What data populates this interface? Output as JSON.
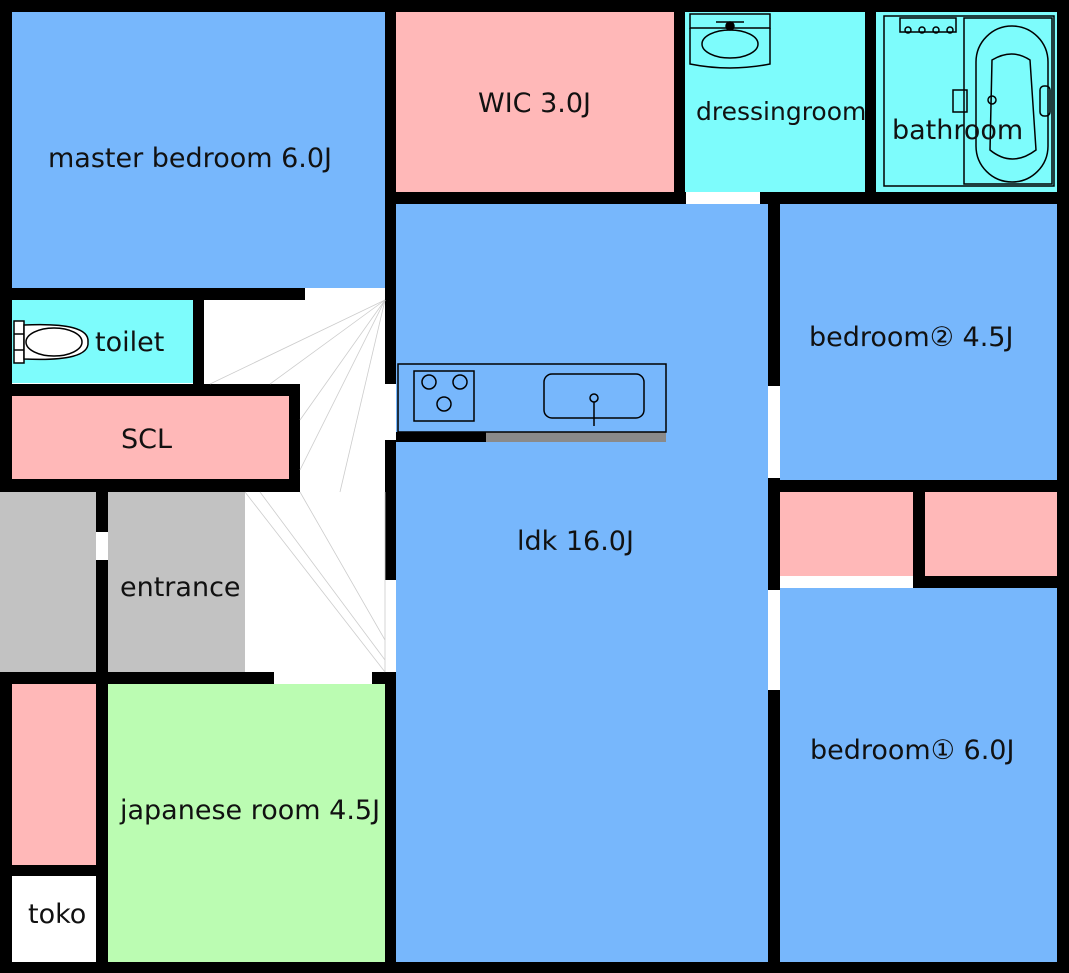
{
  "rooms": {
    "master_bedroom": "master bedroom 6.0J",
    "wic": "WIC 3.0J",
    "dressingroom": "dressingroom",
    "bathroom": "bathroom",
    "toilet": "toilet",
    "scl": "SCL",
    "entrance": "entrance",
    "ldk": "ldk 16.0J",
    "bedroom2": "bedroom② 4.5J",
    "bedroom1": "bedroom① 6.0J",
    "japanese_room": "japanese room 4.5J",
    "toko": "toko"
  },
  "colors": {
    "bedroom": "#77b7fc",
    "storage": "#ffb8b8",
    "wet_area": "#7dfcfc",
    "entrance": "#c2c2c2",
    "japanese_room": "#bbfcb2",
    "wall": "#000000"
  },
  "icons": [
    "toilet-icon",
    "sink-icon",
    "bathtub-icon",
    "stove-icon",
    "kitchen-sink-icon"
  ]
}
